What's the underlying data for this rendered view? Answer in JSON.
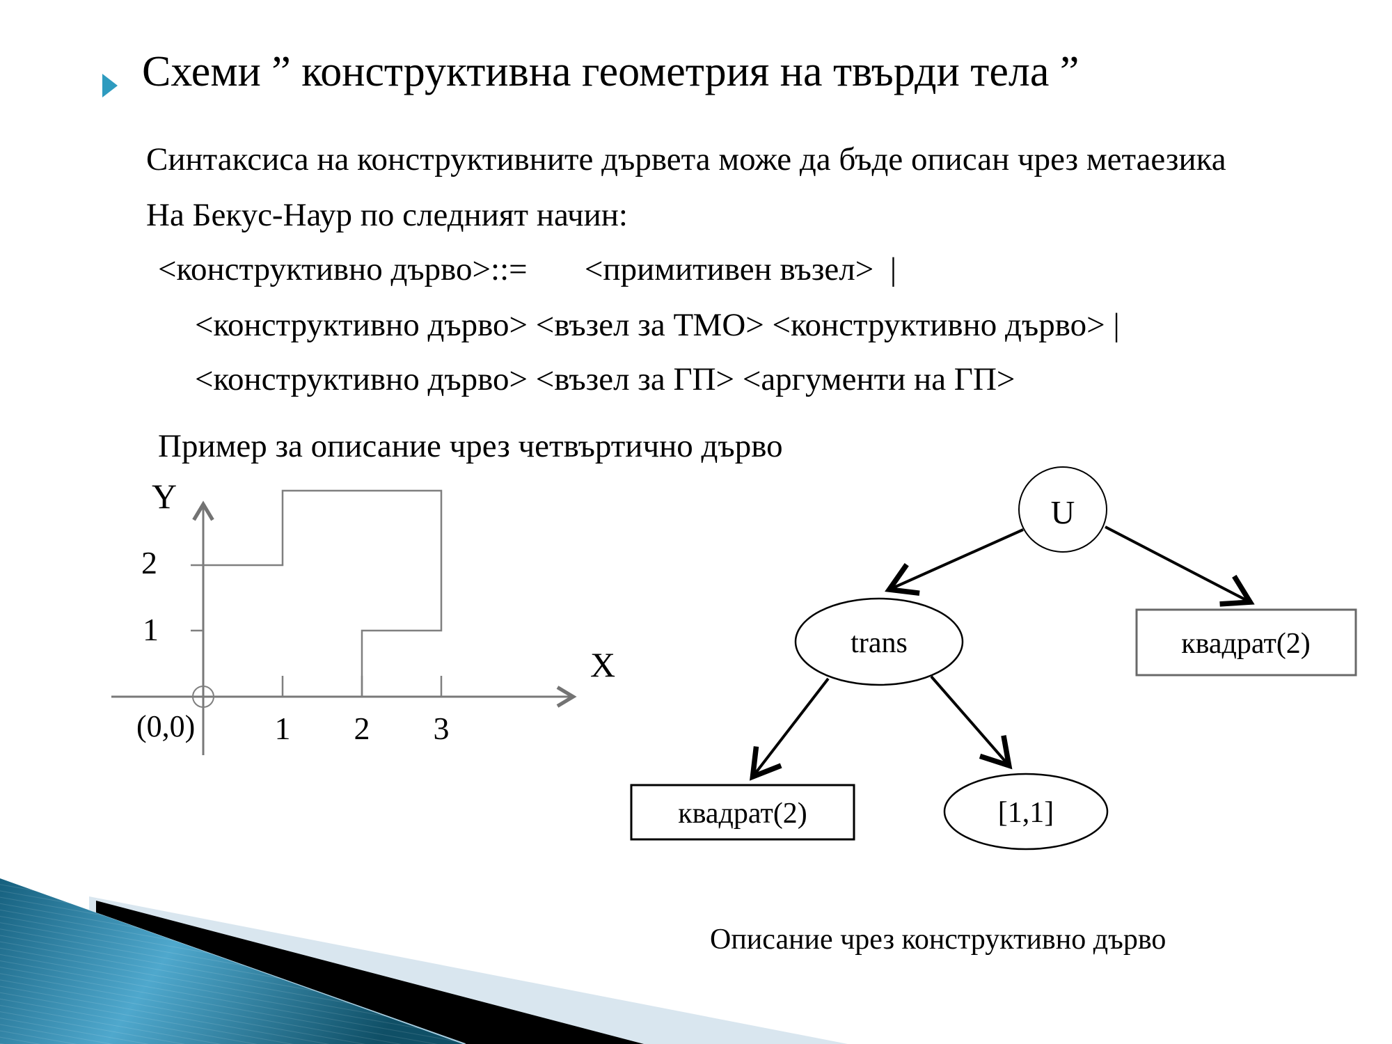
{
  "title": {
    "bullet_icon": "right-triangle-bullet",
    "text": "Схеми ” конструктивна геометрия на твърди тела ”"
  },
  "body": {
    "lines": [
      {
        "text": "Синтаксиса на конструктивните дървета може да бъде описан чрез метаезика"
      },
      {
        "text": "На Бекус-Наур по следният начин:"
      },
      {
        "text": "<конструктивно дърво>::=       <примитивен възел>  |"
      },
      {
        "text": "<конструктивно дърво> <възел за ТМО> <конструктивно дърво> |"
      },
      {
        "text": "<конструктивно дърво> <възел за ГП> <аргументи на ГП>"
      }
    ],
    "example_heading": "Пример за описание чрез четвъртично дърво"
  },
  "plot": {
    "x_axis_label": "X",
    "y_axis_label": "Y",
    "origin_label": "(0,0)",
    "y_tick_labels": [
      "2",
      "1"
    ],
    "x_tick_labels": [
      "1",
      "2",
      "3"
    ],
    "shape": {
      "type": "staircase-outline",
      "vertices_xy": [
        [
          0,
          2
        ],
        [
          1,
          2
        ],
        [
          1,
          3
        ],
        [
          3,
          3
        ],
        [
          3,
          1
        ],
        [
          2,
          1
        ],
        [
          2,
          0
        ]
      ],
      "description": "Outline of union of square (0,0)-(2,2) and square (1,1)-(3,3)"
    },
    "line_color": "#7f7f7f"
  },
  "tree": {
    "nodes": [
      {
        "id": "U",
        "label": "U",
        "shape": "ellipse"
      },
      {
        "id": "trans",
        "label": "trans",
        "shape": "ellipse"
      },
      {
        "id": "kvadrat-right",
        "label": "квадрат(2)",
        "shape": "rect"
      },
      {
        "id": "kvadrat-left",
        "label": "квадрат(2)",
        "shape": "rect"
      },
      {
        "id": "vector",
        "label": "[1,1]",
        "shape": "ellipse"
      }
    ],
    "edges": [
      {
        "from": "U",
        "to": "trans"
      },
      {
        "from": "U",
        "to": "kvadrat-right"
      },
      {
        "from": "trans",
        "to": "kvadrat-left"
      },
      {
        "from": "trans",
        "to": "vector"
      }
    ],
    "caption": "Описание чрез конструктивно дърво"
  },
  "decoration": {
    "accent_teal": "#2E9BBF",
    "teal_dark": "#11536B",
    "teal_light": "#4FA8CD",
    "stripe_black": "#000000",
    "pale_blue": "#D9E6EF"
  }
}
